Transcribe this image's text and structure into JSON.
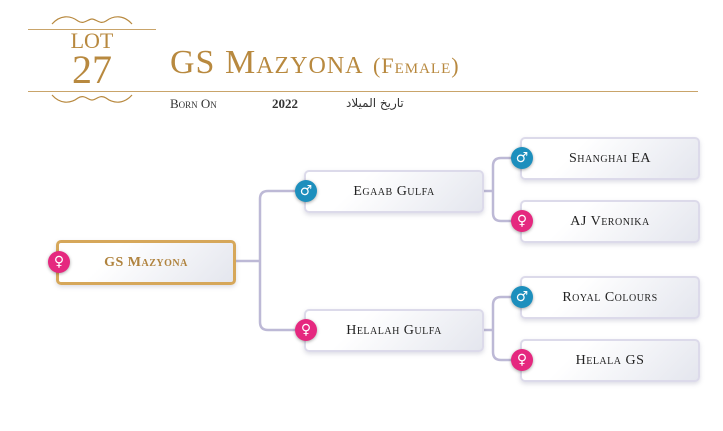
{
  "lot": {
    "label": "LOT",
    "number": "27"
  },
  "horse": {
    "name": "GS Mazyona",
    "sex": "(Female)"
  },
  "born": {
    "label": "Born On",
    "year": "2022",
    "arabic_label": "تاريخ الميلاد"
  },
  "pedigree": {
    "subject": {
      "name": "GS Mazyona",
      "sex": "female"
    },
    "sire": {
      "name": "Egaab Gulfa",
      "sex": "male"
    },
    "dam": {
      "name": "Helalah Gulfa",
      "sex": "female"
    },
    "sire_sire": {
      "name": "Shanghai EA",
      "sex": "male"
    },
    "sire_dam": {
      "name": "AJ Veronika",
      "sex": "female"
    },
    "dam_sire": {
      "name": "Royal Colours",
      "sex": "male"
    },
    "dam_dam": {
      "name": "Helala GS",
      "sex": "female"
    }
  },
  "icons": {
    "male": "♂",
    "female": "♀"
  },
  "colors": {
    "gold": "#b8893f",
    "male": "#1d8fbd",
    "female": "#e5287f",
    "connector": "#bdb9d6"
  }
}
